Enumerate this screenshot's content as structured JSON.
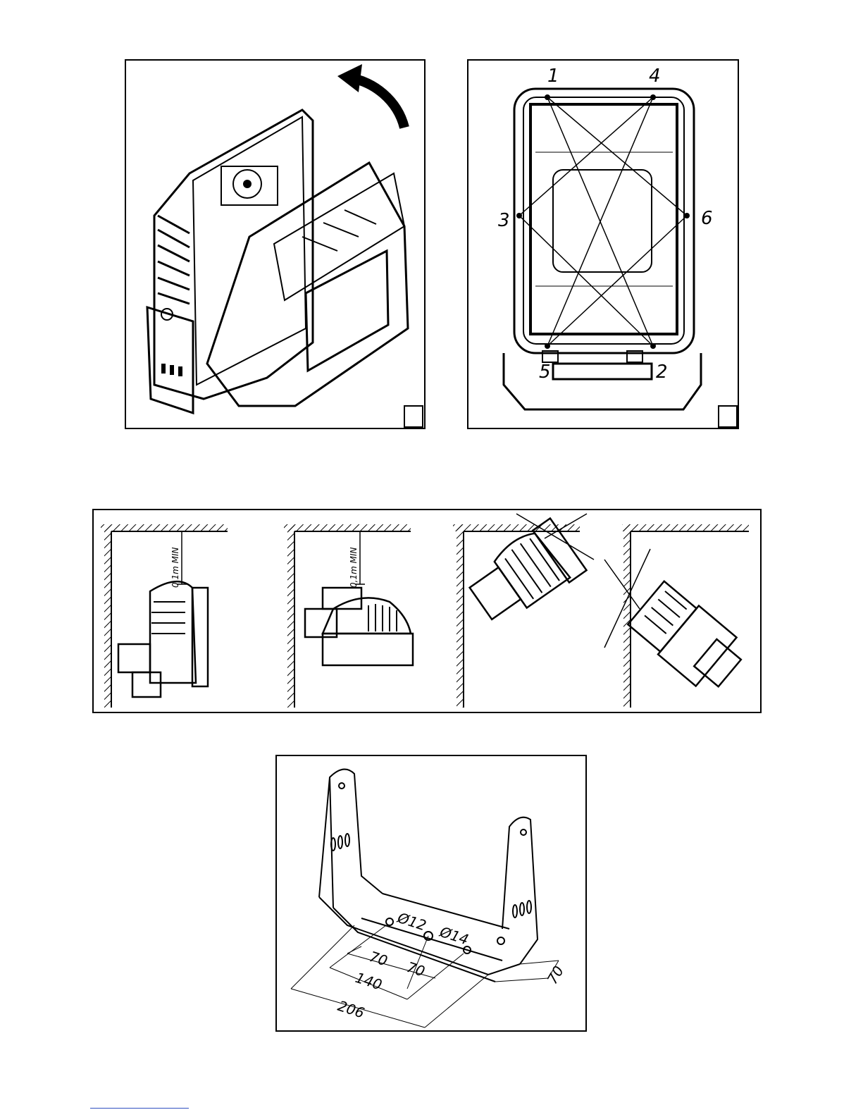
{
  "figure1": {
    "marker": ""
  },
  "figure2": {
    "points": [
      "1",
      "4",
      "3",
      "6",
      "5",
      "2"
    ],
    "marker": ""
  },
  "clearance": {
    "left": "0,1m MIN",
    "second": "0,1m MIN"
  },
  "bracket": {
    "hole_small": "Ø12",
    "hole_large": "Ø14",
    "dim_a": "70",
    "dim_b": "70",
    "dim_c": "140",
    "dim_d": "206",
    "dim_e": "70"
  }
}
